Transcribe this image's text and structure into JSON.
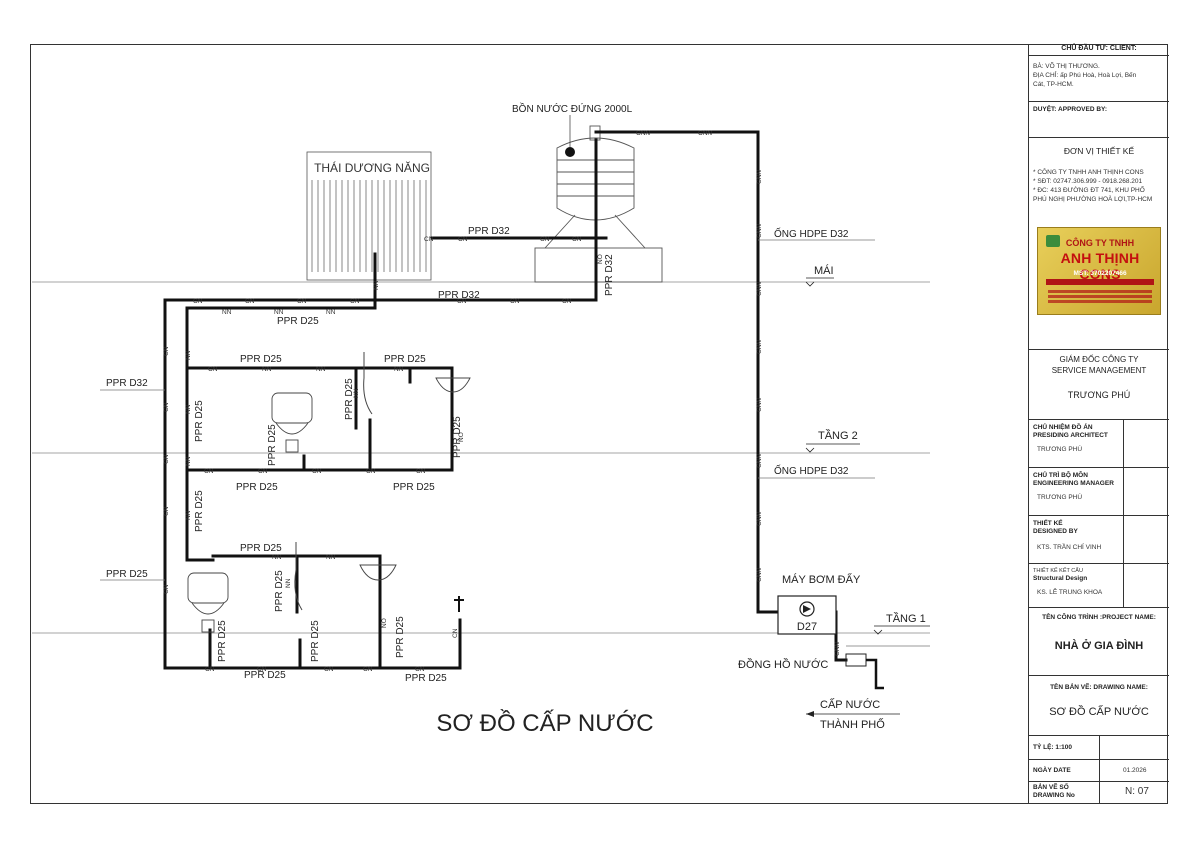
{
  "diagram": {
    "title": "SƠ ĐỒ CẤP NƯỚC",
    "tank_label": "BỒN NƯỚC ĐỨNG 2000L",
    "solar_label": "THÁI DƯƠNG NĂNG",
    "pipe_labels": {
      "ppr_d32": "PPR D32",
      "ppr_d25": "PPR D25",
      "hdpe_d32": "ỐNG HDPE D32"
    },
    "fittings": {
      "cn": "CN",
      "nn": "NN",
      "cnn": "CNN",
      "no": "NO"
    },
    "levels": {
      "roof": "MÁI",
      "floor2": "TẦNG 2",
      "floor1": "TẦNG 1"
    },
    "pump_label": "MÁY BƠM ĐẨY",
    "pump_size": "D27",
    "meter_label": "ĐỒNG HỒ NƯỚC",
    "supply_label_1": "CẤP NƯỚC",
    "supply_label_2": "THÀNH PHỐ"
  },
  "title_block": {
    "client_header": "CHỦ ĐẦU TƯ: CLIENT:",
    "client_name": "BÀ: VÕ THỊ THƯƠNG.",
    "client_addr_1": "ĐỊA CHỈ: ấp Phú Hoà, Hoà Lợi, Bến",
    "client_addr_2": "Cát, TP-HCM.",
    "approved": "DUYỆT:  APPROVED BY:",
    "designer_unit": "ĐƠN VỊ THIẾT KẾ",
    "company_1": "* CÔNG TY TNHH ANH THỊNH CONS",
    "company_2": "* SĐT: 02747.306.999 - 0918.268.201",
    "company_3": "* ĐC: 413 ĐƯỜNG ĐT 741, KHU PHỐ",
    "company_4": "PHÚ NGHỊ PHƯỜNG HOÀ LỢI,TP-HCM",
    "logo_line_1": "CÔNG TY TNHH",
    "logo_line_2": "ANH THỊNH CONS",
    "logo_line_3": "MST: 3702207466",
    "director_1": "GIÁM ĐỐC CÔNG TY",
    "director_2": "SERVICE MANAGEMENT",
    "director_name": "TRƯƠNG PHÚ",
    "pa_1": "CHỦ NHIỆM ĐỒ ÁN",
    "pa_2": "PRESIDING ARCHITECT",
    "pa_name": "TRƯƠNG PHÚ",
    "em_1": "CHỦ TRÌ BỘ MÔN",
    "em_2": "ENGINEERING MANAGER",
    "em_name": "TRƯƠNG PHÚ",
    "db_1": "THIẾT KẾ",
    "db_2": "DESIGNED BY",
    "db_name": "KTS. TRẦN CHÍ VINH",
    "sd_1": "THIẾT KẾ KẾT CẤU",
    "sd_2": "Structural Design",
    "sd_name": "KS. LÊ TRUNG KHOA",
    "project_header": "TÊN CÔNG TRÌNH :PROJECT NAME:",
    "project_name": "NHÀ Ở GIA ĐÌNH",
    "drawing_header": "TÊN BẢN VẼ: DRAWING NAME:",
    "drawing_name": "SƠ ĐỒ CẤP NƯỚC",
    "scale": "TỶ LỆ: 1:100",
    "date_label": "NGÀY  DATE",
    "date_value": "01.2026",
    "dn_1": "BẢN VẼ SỐ",
    "dn_2": "DRAWING No",
    "dn_value": "N: 07"
  },
  "colors": {
    "line": "#111111",
    "thin": "#777777",
    "sheet": "#333333"
  }
}
